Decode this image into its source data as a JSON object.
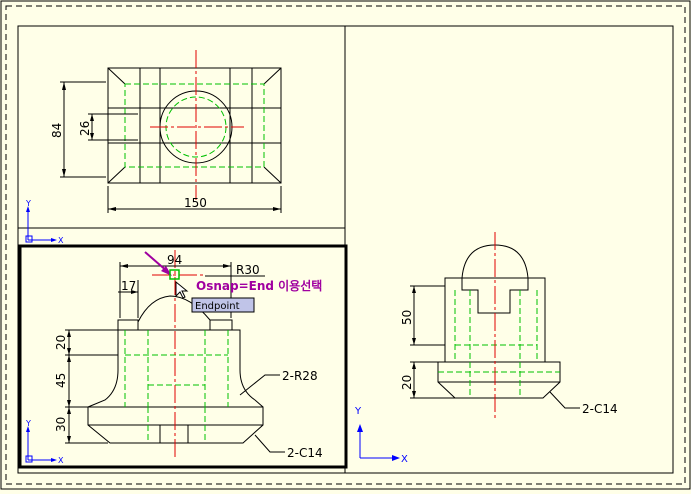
{
  "colors": {
    "background": "#ffffe8",
    "outline": "#000000",
    "hidden": "#00c000",
    "center": "#e00000",
    "annotation": "#a000a0",
    "ucs": "#0000ff",
    "tooltip_fill": "#c0c4e8"
  },
  "top_view": {
    "dim_width": "150",
    "dim_height": "84",
    "dim_inner": "26"
  },
  "front_view": {
    "dim_top": "94",
    "dim_radius": "R30",
    "dim_offset": "17",
    "dim_v1": "20",
    "dim_v2": "45",
    "dim_v3": "30",
    "note_fillet": "2-R28",
    "note_chamfer": "2-C14"
  },
  "side_view": {
    "dim_v1": "50",
    "dim_v2": "20",
    "note_chamfer": "2-C14"
  },
  "annotation": {
    "osnap_text": "Osnap=End 이용선택",
    "tooltip": "Endpoint"
  },
  "ucs": {
    "x_label": "X",
    "y_label": "Y"
  }
}
